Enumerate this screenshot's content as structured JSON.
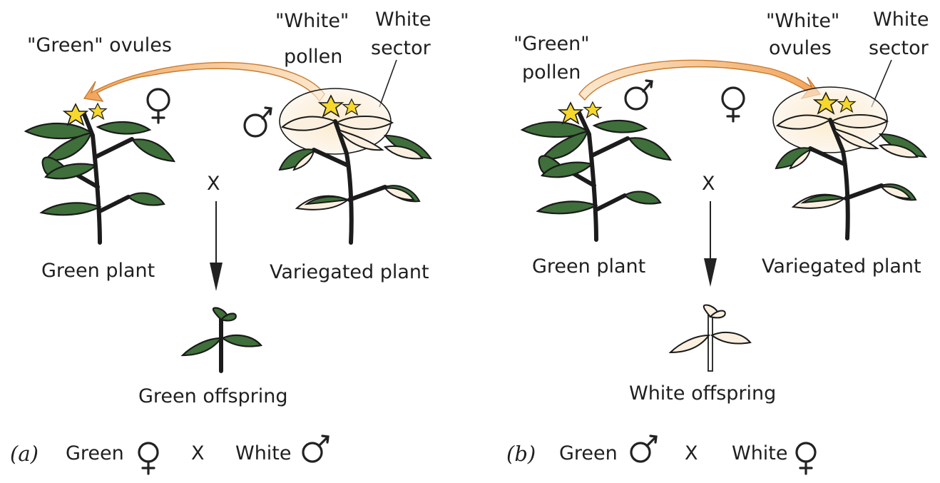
{
  "panel_a": {
    "ovules_label": "\"Green\" ovules",
    "pollen_label_line1": "\"White\"",
    "pollen_label_line2": "pollen",
    "sector_label_line1": "White",
    "sector_label_line2": "sector",
    "cross_symbol": "X",
    "left_plant_caption": "Green plant",
    "right_plant_caption": "Variegated plant",
    "offspring_caption": "Green offspring",
    "panel_letter": "(a)",
    "summary_left": "Green",
    "summary_cross": "X",
    "summary_right": "White"
  },
  "panel_b": {
    "pollen_label_line1": "\"Green\"",
    "pollen_label_line2": "pollen",
    "ovules_label_line1": "\"White\"",
    "ovules_label_line2": "ovules",
    "sector_label_line1": "White",
    "sector_label_line2": "sector",
    "cross_symbol": "X",
    "left_plant_caption": "Green plant",
    "right_plant_caption": "Variegated plant",
    "offspring_caption": "White offspring",
    "panel_letter": "(b)",
    "summary_left": "Green",
    "summary_cross": "X",
    "summary_right": "White"
  },
  "colors": {
    "green_leaf": "#3f6f3a",
    "white_sector": "#fbf0e0",
    "flower_yellow": "#f6d72b",
    "arrow_orange": "#f2a45a"
  },
  "icons": [
    "female-symbol-icon",
    "male-symbol-icon"
  ]
}
